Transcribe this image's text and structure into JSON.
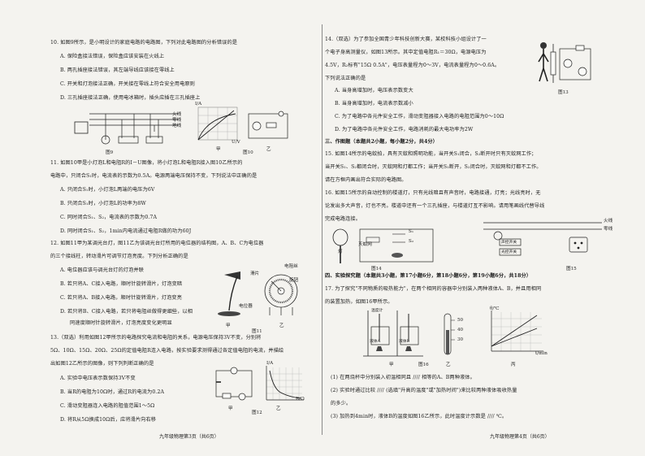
{
  "left": {
    "q10": {
      "stem": "10. 如图9所示，是小明设计的家庭电路的电路图，下列对此电路图的分析错误的是",
      "options": [
        "A. 保险盒接法错误，保险盒应该安装在火线上",
        "B. 两孔插座接法错误，其左端导线应该接在零线上",
        "C. 开关和灯泡接法正确，开关接在零线上符合安全用电原则",
        "D. 三孔插座接法正确，使用电冰箱时，插头应插在三孔插座上"
      ],
      "fig9_lines": [
        "火线",
        "零线",
        "地线"
      ],
      "fig9_caption": "图9",
      "fig10_caption": "图10",
      "fig10_sub": [
        "甲",
        "乙"
      ],
      "fig10_axis": [
        "I/A",
        "U/V"
      ]
    },
    "q11": {
      "stem": "11. 如图10甲是小灯泡L和电阻R的I－U图像，将小灯泡L和电阻R接入图10乙所示的",
      "stem2": "电路中，只闭合S₁时，电流表的示数为0.5A。电源两端电压保持不变，下列说法中正确的是",
      "options": [
        "A. 只闭合S₁时，小灯泡L两端的电压为6V",
        "B. 只闭合S₁时，小灯泡L的功率为8W",
        "C. 同时闭合S₁、S₂，电流表的示数为0.7A",
        "D. 同时闭合S₁、S₂，1min内电流通过电阻R做的功为60J"
      ]
    },
    "q12": {
      "stem": "12. 如图11甲为某调光台灯，图11乙为该调光台灯所用的电位器的结构图，A、B、C为电位器",
      "stem2": "的三个接线柱，转动滑片可调节灯泡亮度。下列分析正确的是",
      "options": [
        "A. 电位器应该与调光台灯的灯泡并联",
        "B. 若只将A、C接入电路，顺时针旋转滑片，灯泡变暗",
        "C. 若只将A、B接入电路，顺时针旋转滑片，灯泡变亮",
        "D. 若只将B、C接入电路，若只将电阻丝做得更细些，以相"
      ],
      "option_cont": "同速度顺时针旋转滑片，灯泡亮度变化更明显",
      "fig_labels": [
        "滑片",
        "电阻丝",
        "旋钮",
        "电位器"
      ],
      "fig_caption": "图11",
      "fig_sub": [
        "甲",
        "乙"
      ]
    },
    "q13": {
      "stem": "13.（双选）利用如图12甲所示的电路探究电流和电阻的关系，电源电压保持3V不变，分别将",
      "stem2": "5Ω、10Ω、15Ω、20Ω、25Ω的定值电阻R连入电路，按实验要求测得通过各定值电阻的电流，并描绘",
      "stem3": "出如图12乙所示的图像，则下列判断正确的是",
      "options": [
        "A. 实验中电压表示数保持3V不变",
        "B. 当R的电阻为10Ω时，通过R的电流为0.2A",
        "C. 滑动变阻器连入电路的阻值范围1～5Ω",
        "D. 将R从5Ω换成10Ω后，应将滑片向右移"
      ],
      "fig_caption": "图12",
      "fig_sub": [
        "甲",
        "乙"
      ],
      "fig_axis": [
        "I/A",
        "R/Ω"
      ]
    },
    "footer": "九年级物理第3页（共6页）"
  },
  "right": {
    "q14": {
      "stem": "14.（双选）为了参加全国青少年科技创新大赛，某校科技小组设计了一",
      "stem2": "个电子身高测量仪，如图13所示。其中定值电阻R₁＝30Ω，电源电压为",
      "stem3": "4.5V，R₂标有\"15Ω 0.5A\"，电压表量程为0～3V，电流表量程为0～0.6A。",
      "stem4": "下列说法正确的是",
      "options": [
        "A. 当身高增加时，电压表示数变大",
        "B. 当身高增加时，电流表示数减小",
        "C. 为了电路中各元件安全工作，滑动变阻器接入电路的电阻范围为0～10Ω",
        "D. 为了电路中各元件安全工作，电路消耗的最大电功率为2W"
      ],
      "fig_caption": "图13"
    },
    "sec3": "三、作图题（本题共2小题，每小题2分，共4分）",
    "q15": {
      "stem": "15. 如图14所示的电蚊拍，具有灭蚊和照明功能，当开关S₁闭合，S₂断开时只有灭蚊网工作；",
      "stem2": "当开关S₁、S₂都闭合时，灭蚊网和灯都工作；当开关S₁断开，S₂闭合时，灭蚊网和灯都不工作。",
      "stem3": "请在方框内画出符合实际的电路图。",
      "fig_caption": "图14",
      "fig_labels": [
        "灭蚊网",
        "灯",
        "S₁",
        "S₂"
      ]
    },
    "q16": {
      "stem": "16. 如图15所示的自动控制的楼道灯，只有光线暗且有声音时，电路接通，灯亮；光线亮时，无",
      "stem2": "论发出多大声音，灯也不亮。楼道中还有一个三孔插座，与楼道灯互不影响。请用笔画线代替导线",
      "stem3": "完成电路连接。",
      "fig_caption": "图15",
      "fig_labels": [
        "火线",
        "零线",
        "声控开关",
        "光控开关"
      ]
    },
    "sec4": "四、实验探究题（本题共3小题，第17小题6分，第18小题6分，第19小题6分，共18分）",
    "q17": {
      "stem": "17. 为了探究\"不同物质的吸热能力\"，在两个相同的容器中分别装入两种液体A、B，并且用相同",
      "stem2": "的装置加热，如图16甲所示。",
      "fig_caption": "图16",
      "fig_sub": [
        "甲",
        "乙",
        "丙"
      ],
      "fig_labels": [
        "温度计",
        "液体A",
        "液体B"
      ],
      "thermo_ticks": [
        "50",
        "40",
        "30"
      ],
      "graph_axis": [
        "θ/℃",
        "t/min"
      ],
      "sub1": "(1) 在两烧杯中分别装入初温相同且",
      "sub1b": "相等的A、B两种液体。",
      "sub2": "(2) 实验时通过比较",
      "sub2b": "(选填\"升高的温度\"或\"加热时间\")来比较两种液体吸收热量",
      "sub2c": "的多少。",
      "sub3": "(3) 加热到4min时，液体B的温度如图16乙所示，此时温度计示数是",
      "sub3b": "℃。",
      "blank": "////"
    },
    "footer": "九年级物理第4页（共6页）"
  },
  "colors": {
    "paper": "#f4f3ef",
    "ink": "#1c1c1c",
    "rule": "#8a8a8a"
  }
}
